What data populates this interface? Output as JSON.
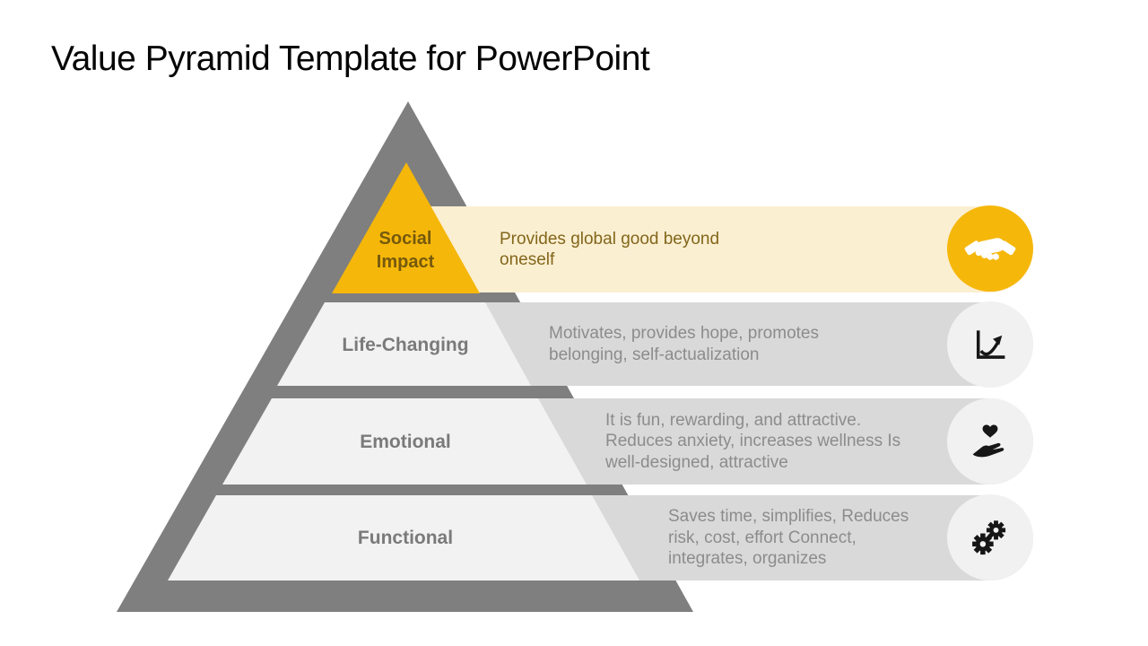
{
  "slide": {
    "title": "Value Pyramid Template for PowerPoint"
  },
  "palette": {
    "accent_gold": "#F5B70A",
    "cream_bar": "#FBEFD2",
    "pyramid_gray": "#7F7F7F",
    "bar_gray": "#D9D9D9",
    "segment_light_gray": "#F2F2F2",
    "icon_circle_light": "#F1F1F1",
    "body_text_gray": "#8C8C8C",
    "label_gray": "#7A7A7A",
    "gold_label_text": "#75590D",
    "gold_body_text": "#82661A",
    "icon_black": "#161616"
  },
  "pyramid": {
    "levels": [
      {
        "label": "Social\nImpact",
        "description": "Provides global good beyond\noneself",
        "icon": "handshake-icon"
      },
      {
        "label": "Life-Changing",
        "description": "Motivates, provides hope, promotes\nbelonging, self-actualization",
        "icon": "growth-chart-icon"
      },
      {
        "label": "Emotional",
        "description": "It is fun, rewarding, and attractive.\nReduces anxiety, increases wellness Is\nwell-designed, attractive",
        "icon": "hand-heart-icon"
      },
      {
        "label": "Functional",
        "description": "Saves time,  simplifies, Reduces\nrisk, cost,  effort Connect,\nintegrates, organizes",
        "icon": "gears-icon"
      }
    ]
  }
}
